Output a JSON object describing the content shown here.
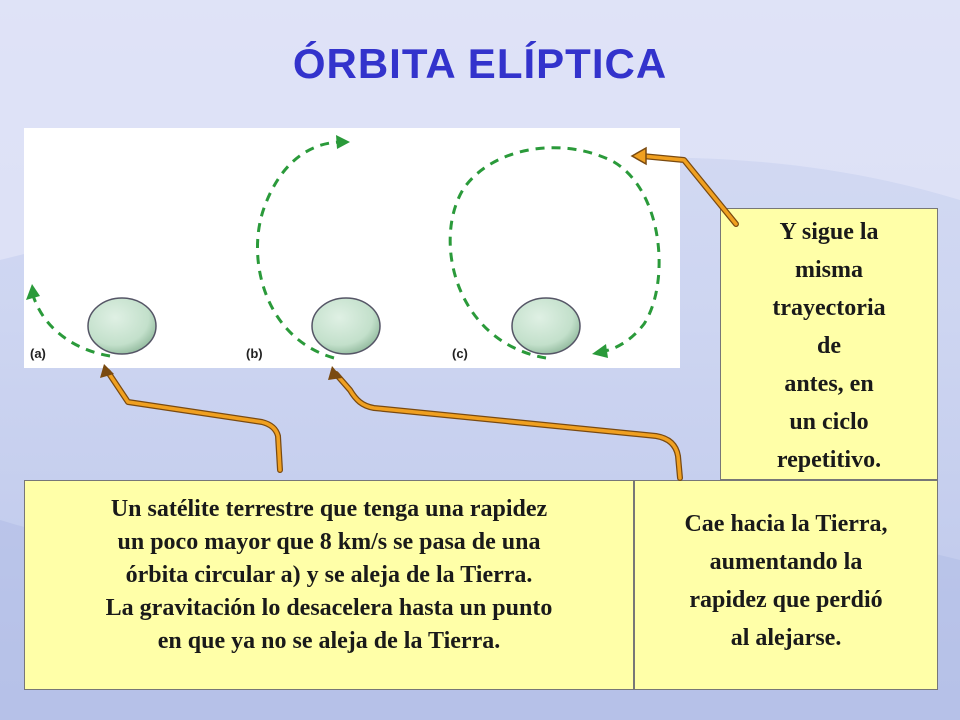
{
  "title": "ÓRBITA ELÍPTICA",
  "figure": {
    "panels": [
      {
        "label": "(a)"
      },
      {
        "label": "(b)"
      },
      {
        "label": "(c)"
      }
    ],
    "orbit_color": "#2a9a3a",
    "earth_color": "#c7e3cf"
  },
  "callouts": {
    "right": {
      "lines": [
        "Y sigue la",
        "misma",
        "trayectoria",
        "de",
        "antes, en",
        "un ciclo",
        "repetitivo."
      ]
    },
    "left": {
      "lines": [
        "Un satélite terrestre que tenga una rapidez",
        "un poco mayor que 8 km/s se pasa de una",
        "órbita circular a) y se aleja de la Tierra.",
        "La gravitación lo desacelera hasta un punto",
        "en que ya no se aleja de la Tierra."
      ]
    },
    "middle": {
      "lines": [
        "Cae hacia la Tierra,",
        "aumentando la",
        "rapidez que perdió",
        "al alejarse."
      ]
    }
  },
  "colors": {
    "title": "#3333cc",
    "callout_bg": "#ffffa8",
    "arrow": "#f0a020"
  }
}
